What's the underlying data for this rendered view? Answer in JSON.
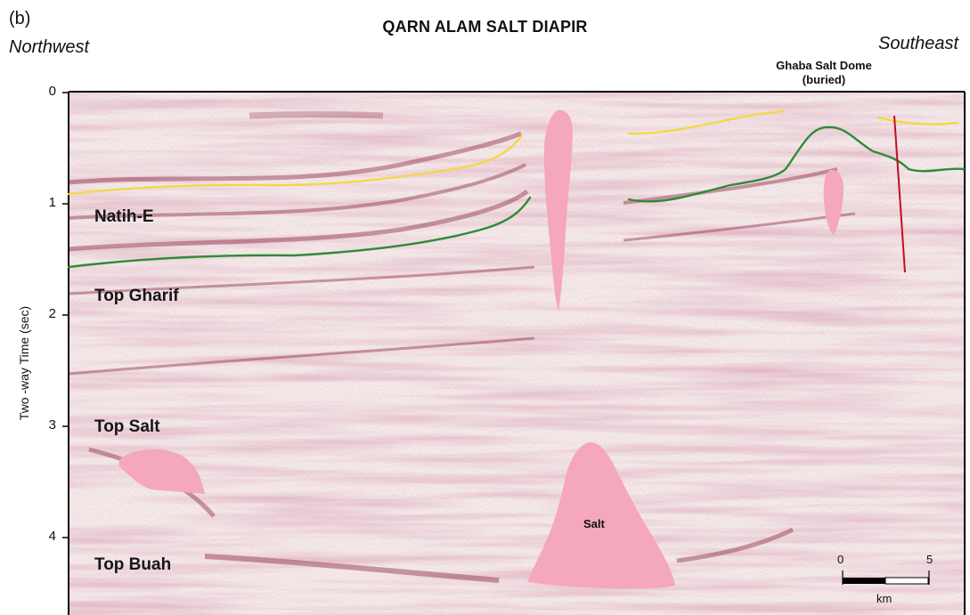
{
  "header": {
    "panel_label": "(b)",
    "title": "QARN ALAM SALT DIAPIR",
    "direction_left": "Northwest",
    "direction_right": "Southeast",
    "ghaba_label_line1": "Ghaba Salt Dome",
    "ghaba_label_line2": "(buried)"
  },
  "axis": {
    "y_label": "Two -way Time (sec)",
    "ticks": [
      "0",
      "1",
      "2",
      "3",
      "4"
    ]
  },
  "horizons": {
    "natih": "Natih-E",
    "gharif": "Top Gharif",
    "salt": "Top Salt",
    "buah": "Top Buah"
  },
  "features": {
    "salt_body": "Salt"
  },
  "scale_bar": {
    "start": "0",
    "end": "5",
    "unit": "km"
  },
  "colors": {
    "salt_fill": "#f4a7bd",
    "yellow_horizon": "#f3d93a",
    "green_horizon": "#2e8b36",
    "fault": "#c0101e",
    "seismic_base": "#f4eaea",
    "seismic_dark": "#9a3b52"
  }
}
